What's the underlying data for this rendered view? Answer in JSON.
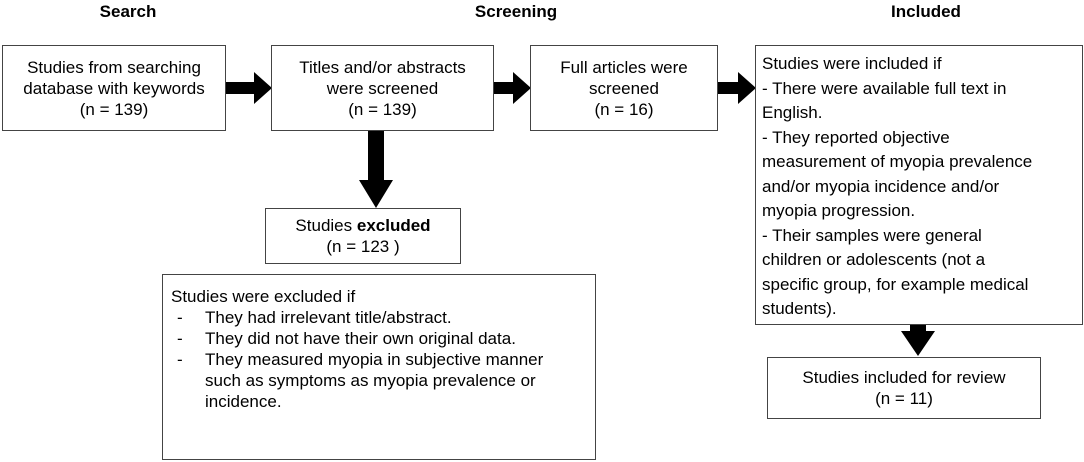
{
  "headers": {
    "search": "Search",
    "screening": "Screening",
    "included": "Included"
  },
  "search_box": {
    "lines": [
      "Studies from searching",
      "database with keywords",
      "(n = 139)"
    ]
  },
  "titles_box": {
    "lines": [
      "Titles and/or abstracts",
      "were screened",
      "(n = 139)"
    ]
  },
  "full_box": {
    "lines": [
      "Full articles were",
      "screened",
      "(n = 16)"
    ]
  },
  "excluded_box": {
    "prefix": "Studies ",
    "bold": "excluded",
    "count": "(n = 123 )"
  },
  "criteria_excluded": {
    "title": "Studies were excluded if",
    "items": [
      [
        "They had irrelevant title/abstract."
      ],
      [
        "They did not have their own original data."
      ],
      [
        "They measured myopia in subjective manner",
        "such as symptoms as myopia prevalence or",
        "incidence."
      ]
    ]
  },
  "criteria_included": {
    "lines": [
      "Studies were included if",
      "- There were available full text in",
      "English.",
      "- They reported objective",
      "measurement of myopia prevalence",
      "and/or myopia incidence and/or",
      "myopia progression.",
      "- Their samples were general",
      "children or adolescents (not a",
      "specific group, for example medical",
      "students)."
    ]
  },
  "review_box": {
    "lines": [
      "Studies included for review",
      "(n = 11)"
    ]
  },
  "colors": {
    "border": "#444444",
    "arrow": "#000000"
  }
}
